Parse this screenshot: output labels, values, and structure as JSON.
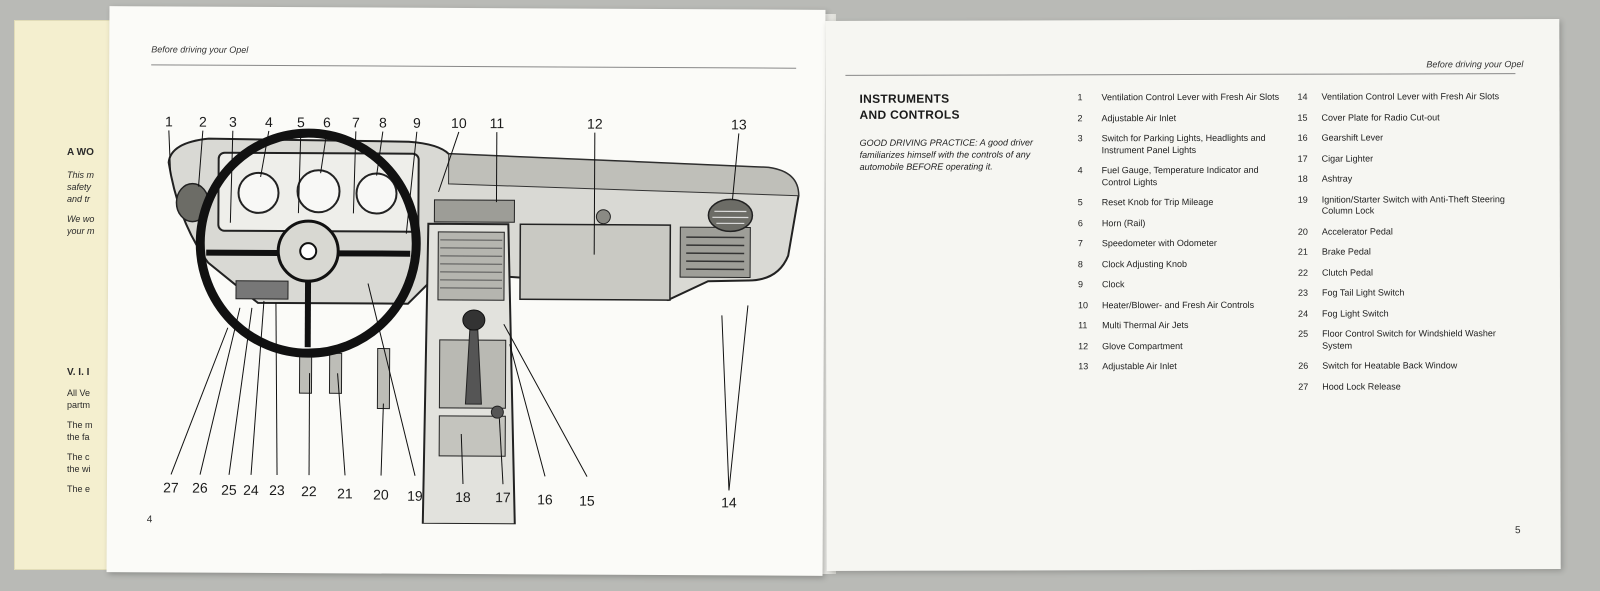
{
  "left_page": {
    "running_head": "Before driving your Opel",
    "page_number": "4",
    "callouts_top": [
      "1",
      "2",
      "3",
      "4",
      "5",
      "6",
      "7",
      "8",
      "9",
      "10",
      "11",
      "12",
      "13"
    ],
    "callouts_bottom": [
      "27",
      "26",
      "25",
      "24",
      "23",
      "22",
      "21",
      "20",
      "19",
      "18",
      "17",
      "16",
      "15"
    ],
    "callout_14": "14"
  },
  "right_page": {
    "running_head": "Before driving your Opel",
    "page_number": "5",
    "title_line1": "INSTRUMENTS",
    "title_line2": "AND CONTROLS",
    "practice_note": "GOOD DRIVING PRACTICE: A good driver familiarizes himself with the controls of any automobile BEFORE operating it.",
    "legend_left": [
      {
        "num": "1",
        "text": "Ventilation Control Lever with Fresh Air Slots"
      },
      {
        "num": "2",
        "text": "Adjustable Air Inlet"
      },
      {
        "num": "3",
        "text": "Switch for Parking Lights, Headlights and Instrument Panel Lights"
      },
      {
        "num": "4",
        "text": "Fuel Gauge, Temperature Indicator and Control Lights"
      },
      {
        "num": "5",
        "text": "Reset Knob for Trip Mileage"
      },
      {
        "num": "6",
        "text": "Horn (Rail)"
      },
      {
        "num": "7",
        "text": "Speedometer with Odometer"
      },
      {
        "num": "8",
        "text": "Clock Adjusting Knob"
      },
      {
        "num": "9",
        "text": "Clock"
      },
      {
        "num": "10",
        "text": "Heater/Blower- and Fresh Air Controls"
      },
      {
        "num": "11",
        "text": "Multi Thermal Air Jets"
      },
      {
        "num": "12",
        "text": "Glove Compartment"
      },
      {
        "num": "13",
        "text": "Adjustable Air Inlet"
      }
    ],
    "legend_right": [
      {
        "num": "14",
        "text": "Ventilation Control Lever with Fresh Air Slots"
      },
      {
        "num": "15",
        "text": "Cover Plate for Radio Cut-out"
      },
      {
        "num": "16",
        "text": "Gearshift Lever"
      },
      {
        "num": "17",
        "text": "Cigar Lighter"
      },
      {
        "num": "18",
        "text": "Ashtray"
      },
      {
        "num": "19",
        "text": "Ignition/Starter Switch with Anti-Theft Steering Column Lock"
      },
      {
        "num": "20",
        "text": "Accelerator Pedal"
      },
      {
        "num": "21",
        "text": "Brake Pedal"
      },
      {
        "num": "22",
        "text": "Clutch Pedal"
      },
      {
        "num": "23",
        "text": "Fog Tail Light Switch"
      },
      {
        "num": "24",
        "text": "Fog Light Switch"
      },
      {
        "num": "25",
        "text": "Floor Control Switch for Windshield Washer System"
      },
      {
        "num": "26",
        "text": "Switch for Heatable Back Window"
      },
      {
        "num": "27",
        "text": "Hood Lock Release"
      }
    ]
  },
  "under_page": {
    "fragments": [
      "A WO",
      "This m",
      "safety",
      "and tr",
      "We wo",
      "your m",
      "V. I. I",
      "All Ve",
      "partm",
      "The m",
      "the fa",
      "The c",
      "the wi",
      "The e"
    ]
  }
}
